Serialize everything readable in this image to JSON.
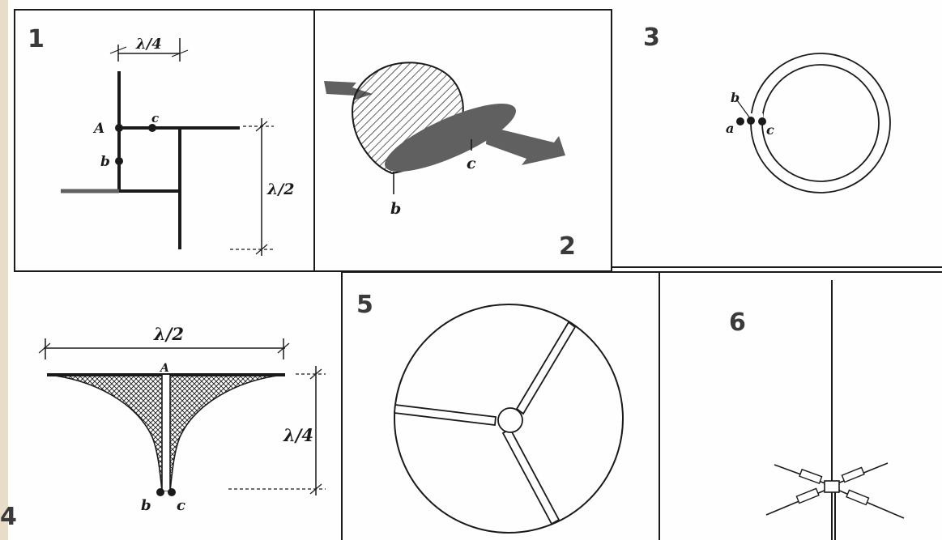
{
  "panels": [
    {
      "number": "1",
      "labels": {
        "width": "λ/4",
        "height": "λ/2",
        "A": "A",
        "b": "b",
        "c": "c"
      }
    },
    {
      "number": "2",
      "labels": {
        "b": "b",
        "c": "c"
      }
    },
    {
      "number": "3",
      "labels": {
        "a": "a",
        "b": "b",
        "c": "c"
      }
    },
    {
      "number": "4",
      "labels": {
        "width": "λ/2",
        "height": "λ/4",
        "A": "A",
        "b": "b",
        "c": "c"
      }
    },
    {
      "number": "5",
      "labels": {}
    },
    {
      "number": "6",
      "labels": {}
    }
  ],
  "colors": {
    "ink": "#1a1a1a",
    "gray_fill": "#606060",
    "panel_number": "#3a3a3a",
    "left_margin": "#e8ddc8"
  }
}
